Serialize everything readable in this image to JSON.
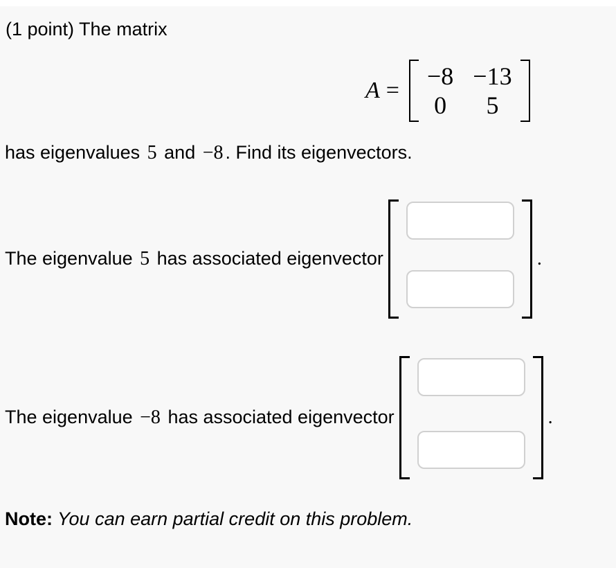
{
  "colors": {
    "page_background": "#f8f8f8",
    "text": "#000000",
    "input_border": "#d0d0d0",
    "input_background": "#ffffff"
  },
  "intro": "(1 point) The matrix",
  "matrix": {
    "var": "A",
    "equals": "=",
    "rows": [
      [
        "−8",
        "−13"
      ],
      [
        "0",
        "5"
      ]
    ]
  },
  "eigen_line": {
    "pre": "has eigenvalues",
    "val1": "5",
    "mid": "and",
    "val2": "−8",
    "post": ". Find its eigenvectors."
  },
  "vector1": {
    "label_pre": "The eigenvalue",
    "value": "5",
    "label_post": "has associated eigenvector",
    "inputs": [
      "",
      ""
    ],
    "period": "."
  },
  "vector2": {
    "label_pre": "The eigenvalue",
    "value": "−8",
    "label_post": "has associated eigenvector",
    "inputs": [
      "",
      ""
    ],
    "period": "."
  },
  "note": {
    "label": "Note:",
    "text": " You can earn partial credit on this problem."
  }
}
